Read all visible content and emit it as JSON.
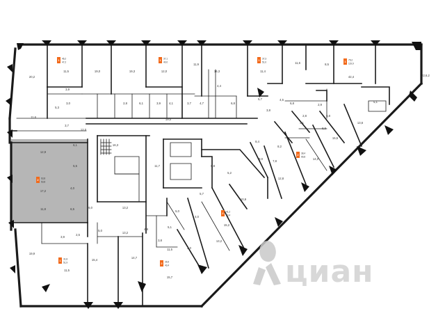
{
  "colors": {
    "badge": "#f26a1b",
    "highlight": "#b6b6b6",
    "wall": "#1a1a1a",
    "watermark": "#cfcfcf"
  },
  "watermark": {
    "brand": "циан"
  },
  "apartments": [
    {
      "id": "a1",
      "rooms": "1",
      "line1": "46,2",
      "line2": "47,2"
    },
    {
      "id": "a2",
      "rooms": "1",
      "line1": "37,1",
      "line2": "40,0"
    },
    {
      "id": "a3",
      "rooms": "1",
      "line1": "37,3",
      "line2": "51,0"
    },
    {
      "id": "a4",
      "rooms": "1",
      "line1": "75,2",
      "line2": "119,9"
    },
    {
      "id": "a5",
      "rooms": "2",
      "line1": "63,8",
      "line2": "63,8"
    },
    {
      "id": "a6",
      "rooms": "2",
      "line1": "38,4",
      "line2": "66,8"
    },
    {
      "id": "a7",
      "rooms": "2",
      "line1": "41,2",
      "line2": "73,4"
    },
    {
      "id": "a8",
      "rooms": "1",
      "line1": "31,8",
      "line2": "51,9"
    },
    {
      "id": "a9",
      "rooms": "2",
      "line1": "26,9",
      "line2": "43,4"
    }
  ],
  "room_areas": [
    "20,2",
    "11,5",
    "19,0",
    "19,3",
    "12,0",
    "11,9",
    "16,3",
    "11,4",
    "11,6",
    "8,5",
    "42,4",
    "22,6,2",
    "3,9",
    "5,3",
    "3,0",
    "2,8",
    "6,1",
    "3,9",
    "4,1",
    "3,7",
    "4,7",
    "6,8",
    "5,7",
    "4,5",
    "11,6",
    "3,7",
    "19,0",
    "3,8",
    "6,8",
    "2,8",
    "2,9",
    "4,1",
    "6,9",
    "13,6",
    "15,5",
    "12,9",
    "17,2",
    "11,8",
    "6,1",
    "5,5",
    "4,0",
    "6,5",
    "6,0",
    "5,0",
    "16,3",
    "11,7",
    "13,2",
    "5,2",
    "6,8",
    "5,7",
    "10,9",
    "12,8",
    "7,8",
    "9,0",
    "15,2",
    "13,2",
    "11,5",
    "5,1",
    "2,0",
    "4,0",
    "5,0",
    "3,8",
    "4,8",
    "13,2",
    "19,9",
    "11,5",
    "15,4",
    "14,7",
    "15,7",
    "8,4",
    "4,4",
    "3,9",
    "2,5",
    "14,0",
    "8,2",
    "6,8",
    "5,1",
    "12,0"
  ]
}
